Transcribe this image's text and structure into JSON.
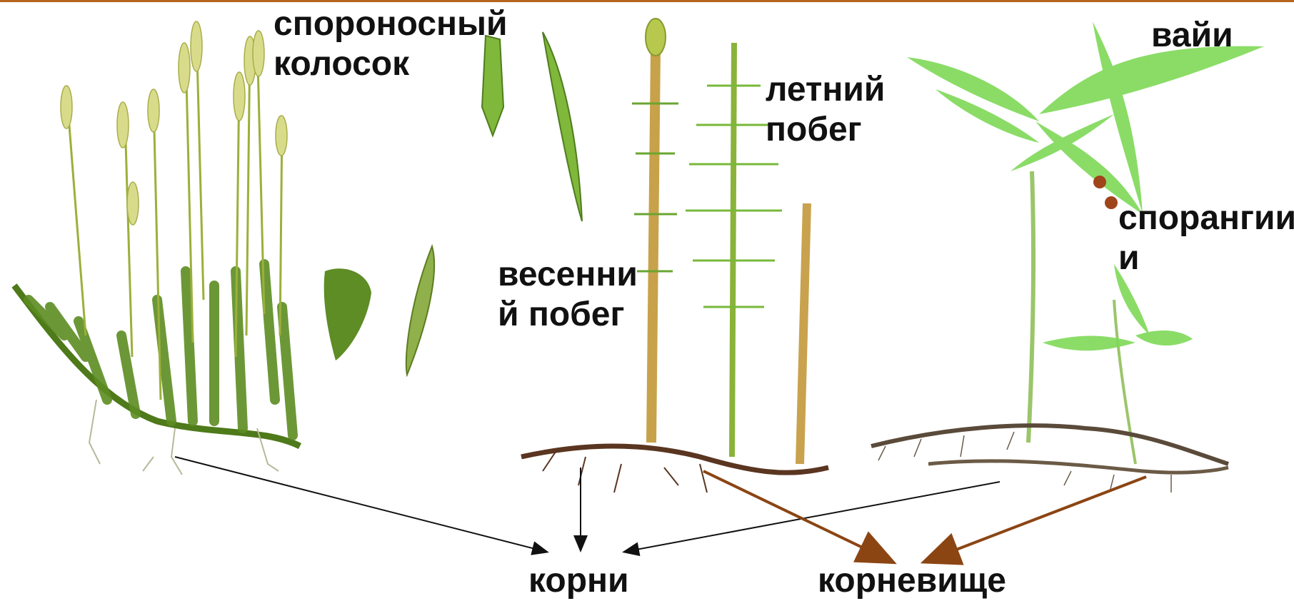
{
  "labels": {
    "strobilus": [
      "спороносный",
      "колосок"
    ],
    "summer_shoot": [
      "летний",
      "побег"
    ],
    "fronds": "вайи",
    "sporangia": [
      "спорангии",
      "и"
    ],
    "spring_shoot": [
      "весенни",
      "й побег"
    ],
    "roots": "корни",
    "rhizome": "корневище"
  },
  "colors": {
    "accent_line": "#b5651d",
    "text": "#111111",
    "rhizome_arrow": "#8b4513",
    "root_arrow": "#111111",
    "plant_green": "#6b9a2a",
    "fern_green": "#7ed957",
    "sporangia_dot": "#a0441b"
  }
}
